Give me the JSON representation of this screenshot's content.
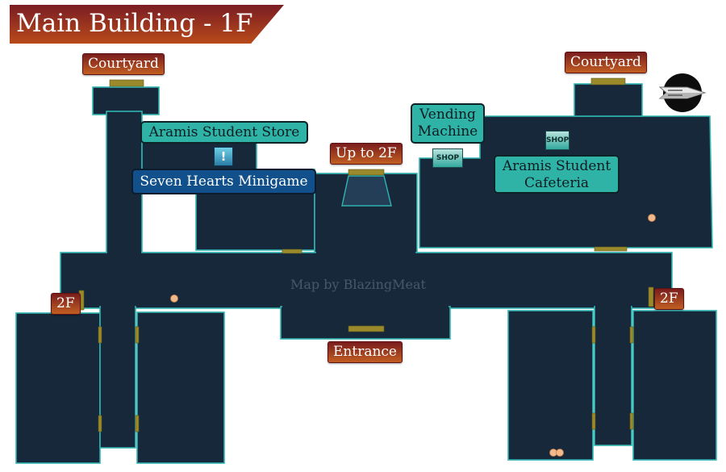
{
  "map": {
    "title": "Main Building - 1F",
    "credit": "Map by BlazingMeat",
    "colors": {
      "room": "#16283a",
      "wall": "#2fb4b0",
      "label_teal": "#2fb3a6",
      "label_blue": "#11508a",
      "tag": "#b84a1a"
    },
    "tags": {
      "courtyard_left": "Courtyard",
      "courtyard_right": "Courtyard",
      "up_to_2f": "Up to 2F",
      "entrance": "Entrance",
      "stairs_left": "2F",
      "stairs_right": "2F"
    },
    "locations": {
      "student_store": "Aramis Student Store",
      "minigame": "Seven Hearts Minigame",
      "vending_line1": "Vending",
      "vending_line2": "Machine",
      "cafeteria_line1": "Aramis Student",
      "cafeteria_line2": "Cafeteria"
    },
    "icons": {
      "shop": "SHOP",
      "shop_vending": "SHOP",
      "exclaim": "!",
      "compass": "compass-arrow-icon"
    }
  }
}
